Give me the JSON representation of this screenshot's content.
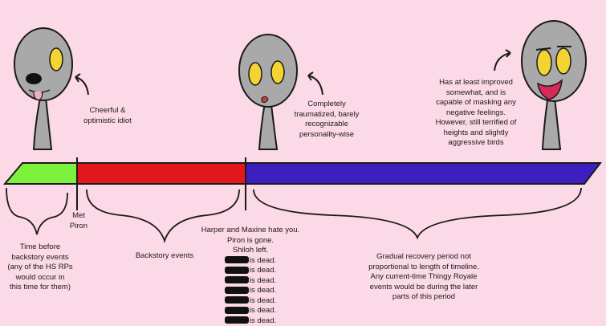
{
  "colors": {
    "background": "#fbd9e6",
    "segment_before": "#7cf23d",
    "segment_backstory": "#e3181c",
    "segment_recovery": "#3d1fbf",
    "spoon_body": "#a9a9a9",
    "spoon_eyes": "#f3d433",
    "outline": "#1a1a1a"
  },
  "icons": [
    "spoon-character-cheerful-icon",
    "spoon-character-traumatized-icon",
    "spoon-character-recovering-icon",
    "curved-arrow-icon",
    "brace-icon"
  ],
  "captions": {
    "cheerful": [
      "Cheerful &",
      "optimistic idiot"
    ],
    "traumatized": [
      "Completely",
      "traumatized, barely",
      "recognizable",
      "personality-wise"
    ],
    "recovering": [
      "Has at least improved",
      "somewhat, and is",
      "capable of masking any",
      "negative feelings.",
      "However, still terrified of",
      "heights and slightly",
      "aggressive birds"
    ]
  },
  "timeline": {
    "segments": [
      {
        "name": "before",
        "fraction": 0.11
      },
      {
        "name": "backstory",
        "fraction": 0.29
      },
      {
        "name": "recovery",
        "fraction": 0.6
      }
    ],
    "markers": {
      "met_piron": "Met Piron"
    }
  },
  "labels": {
    "before": [
      "Time before",
      "backstory events",
      "(any of the HS RPs",
      "would occur in",
      "this time for them)"
    ],
    "backstory": "Backstory events",
    "events": [
      "Harper and Maxine hate you.",
      "Piron is gone.",
      "Shiloh left."
    ],
    "dead_suffix": "is dead.",
    "dead_count": 7,
    "recovery": [
      "Gradual recovery period not",
      "proportional to length of timeline.",
      "Any current-time Thingy Royale",
      "events would be during the later",
      "parts of this period"
    ]
  }
}
